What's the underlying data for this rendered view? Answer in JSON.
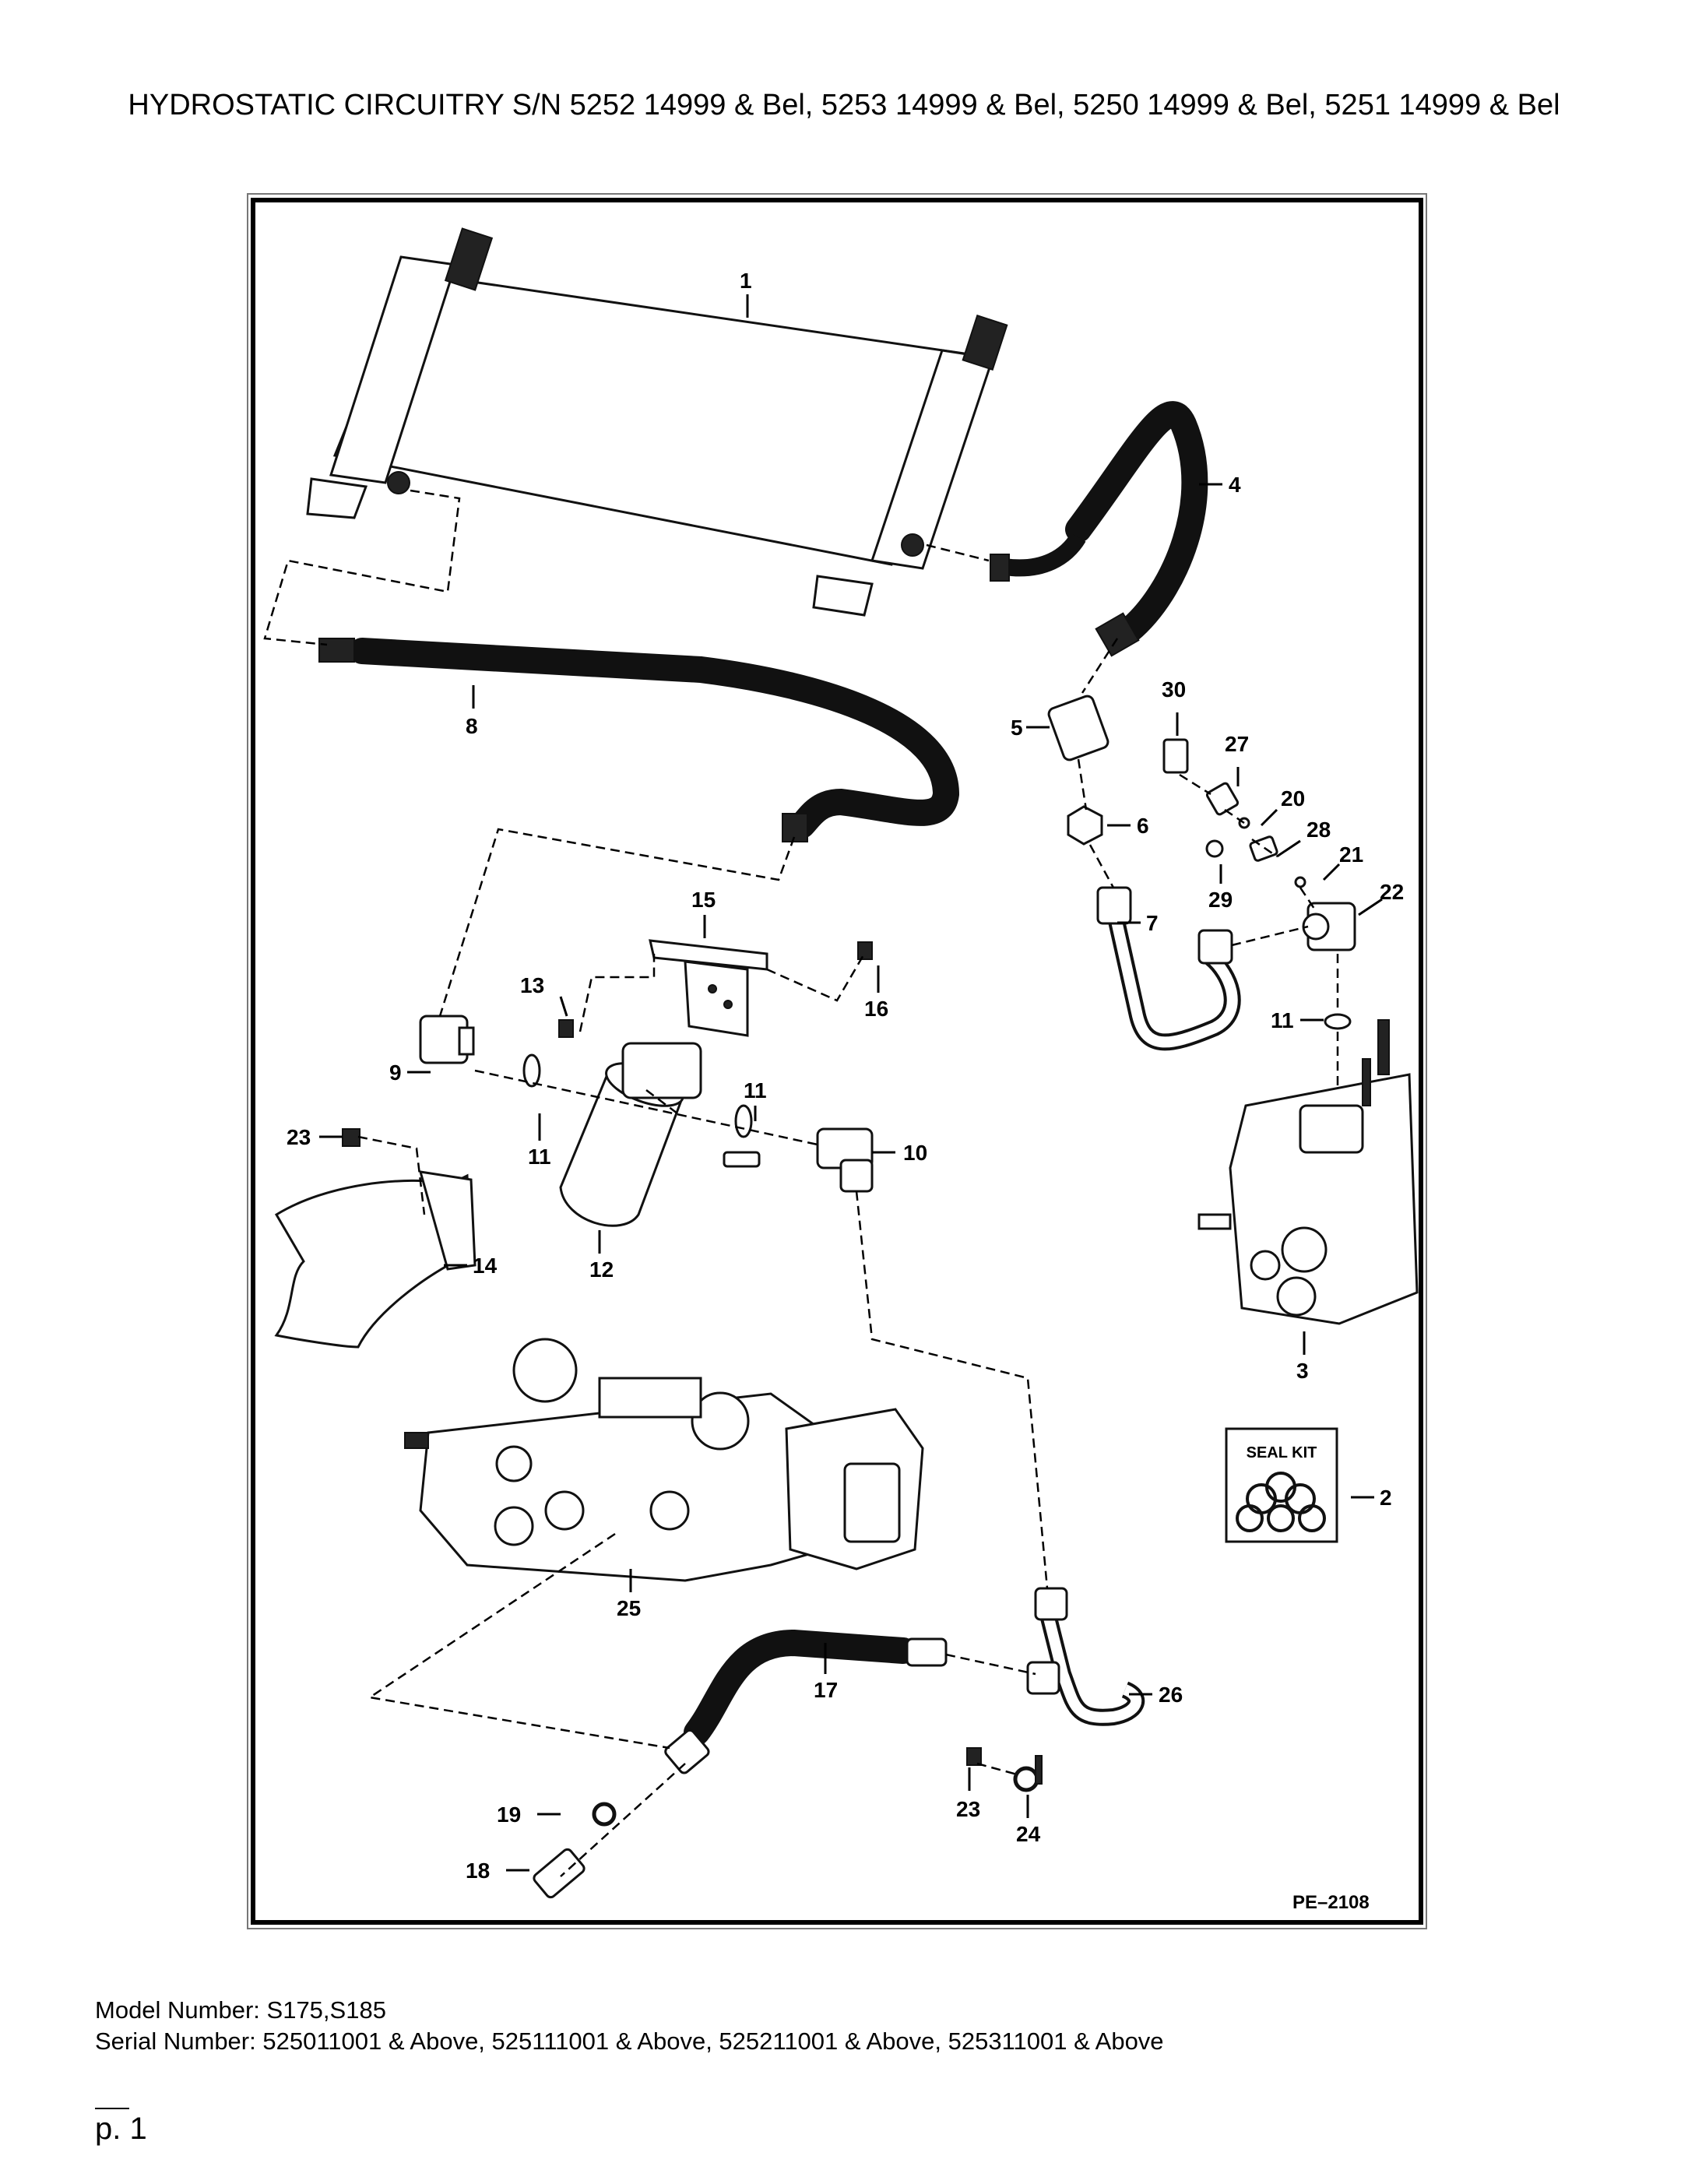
{
  "document": {
    "title": "HYDROSTATIC CIRCUITRY S/N 5252 14999 & Bel, 5253 14999 & Bel, 5250 14999 & Bel, 5251 14999 & Bel",
    "drawing_code": "PE–2108",
    "model_number": "Model Number: S175,S185",
    "serial_number": "Serial Number: 525011001 & Above, 525111001 & Above, 525211001 & Above, 525311001 & Above",
    "page": "p. 1",
    "seal_kit_label": "SEAL KIT"
  },
  "callouts": [
    "1",
    "2",
    "3",
    "4",
    "5",
    "6",
    "7",
    "8",
    "9",
    "10",
    "11",
    "11",
    "11",
    "12",
    "13",
    "14",
    "15",
    "16",
    "17",
    "18",
    "19",
    "20",
    "21",
    "22",
    "23",
    "23",
    "24",
    "25",
    "26",
    "27",
    "28",
    "29",
    "30"
  ]
}
